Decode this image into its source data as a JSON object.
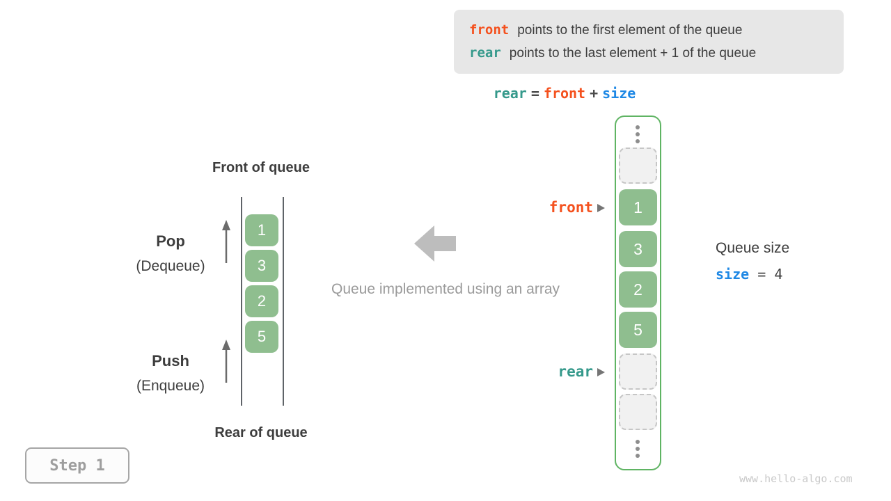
{
  "palette": {
    "front_orange": "#f4511e",
    "rear_teal": "#35998b",
    "size_blue": "#1e88e5",
    "cell_green": "#8fbe8f",
    "container_border_green": "#5fb463",
    "gray_text": "#9a9a9a",
    "dark_text": "#3d3d3d",
    "info_box_bg": "#e7e7e7"
  },
  "info_box": {
    "lines": [
      {
        "keyword": "front",
        "text": "points to the first element of the queue"
      },
      {
        "keyword": "rear",
        "text": "points to the last element + 1 of the queue"
      }
    ]
  },
  "formula": {
    "lhs": "rear",
    "eq": "=",
    "mid": "front",
    "plus": "+",
    "rhs": "size"
  },
  "left_diagram": {
    "title_top": "Front of queue",
    "title_bottom": "Rear of queue",
    "pop_label": "Pop",
    "pop_sub": "(Dequeue)",
    "push_label": "Push",
    "push_sub": "(Enqueue)",
    "values": [
      "1",
      "3",
      "2",
      "5"
    ]
  },
  "center": {
    "caption": "Queue implemented using an array"
  },
  "right_diagram": {
    "front_label": "front",
    "rear_label": "rear",
    "values": [
      "1",
      "3",
      "2",
      "5"
    ]
  },
  "queue_size": {
    "title": "Queue size",
    "var": "size",
    "eq": "=",
    "value": "4"
  },
  "step_badge": {
    "label": "Step 1"
  },
  "watermark": "www.hello-algo.com"
}
